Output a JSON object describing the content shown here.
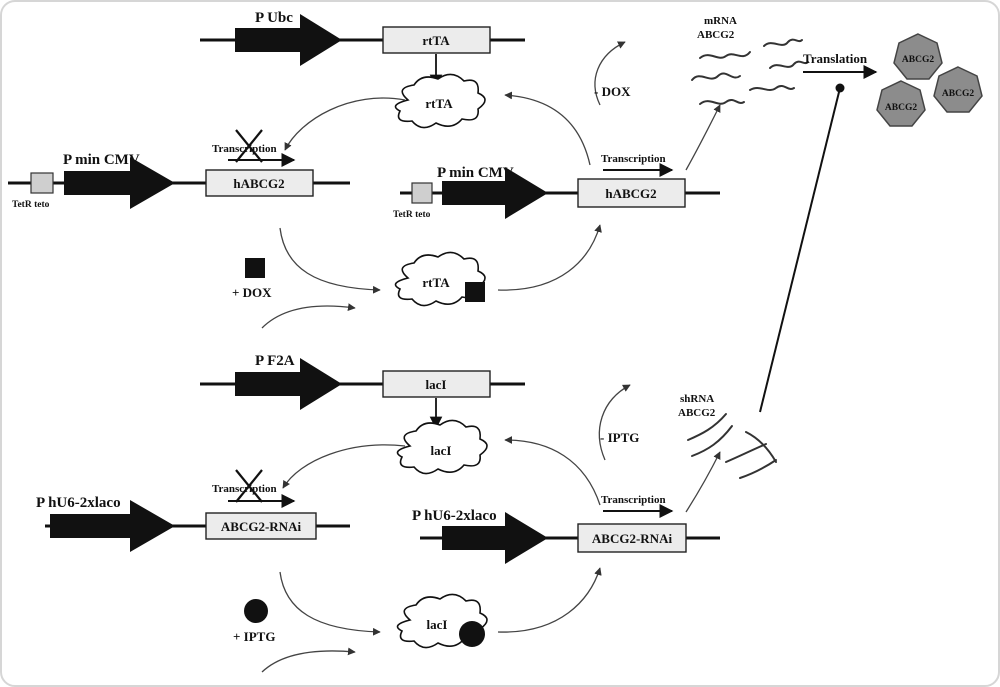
{
  "labels": {
    "p_ubc": "P Ubc",
    "rtta_gene": "rtTA",
    "rtta_protein_top": "rtTA",
    "p_min_cmv_left": "P min CMV",
    "transcription_blocked_top": "Transcription",
    "habcg2_left": "hABCG2",
    "tetr_teto_left": "TetR teto",
    "minus_dox": "- DOX",
    "p_min_cmv_right": "P min CMV",
    "transcription_top": "Transcription",
    "habcg2_right": "hABCG2",
    "tetr_teto_right": "TetR teto",
    "mrna_label_1": "mRNA",
    "mrna_label_2": "ABCG2",
    "translation": "Translation",
    "abcg2_protein_1": "ABCG2",
    "abcg2_protein_2": "ABCG2",
    "abcg2_protein_3": "ABCG2",
    "plus_dox": "+ DOX",
    "rtta_protein_bound": "rtTA",
    "p_f2a": "P F2A",
    "laci_gene": "lacI",
    "laci_protein_top": "lacI",
    "minus_iptg": "- IPTG",
    "shrna_label_1": "shRNA",
    "shrna_label_2": "ABCG2",
    "p_hu6_left": "P hU6-2xlaco",
    "transcription_blocked_bottom": "Transcription",
    "abcg2_rnai_left": "ABCG2-RNAi",
    "p_hu6_right": "P hU6-2xlaco",
    "transcription_bottom": "Transcription",
    "abcg2_rnai_right": "ABCG2-RNAi",
    "plus_iptg": "+ IPTG",
    "laci_protein_bound": "lacI"
  },
  "colors": {
    "promoter": "#111111",
    "gene_box": "#ececec",
    "protein_hexagon": "#8c8c8c",
    "dox_marker": "#111111",
    "iptg_marker": "#111111"
  }
}
